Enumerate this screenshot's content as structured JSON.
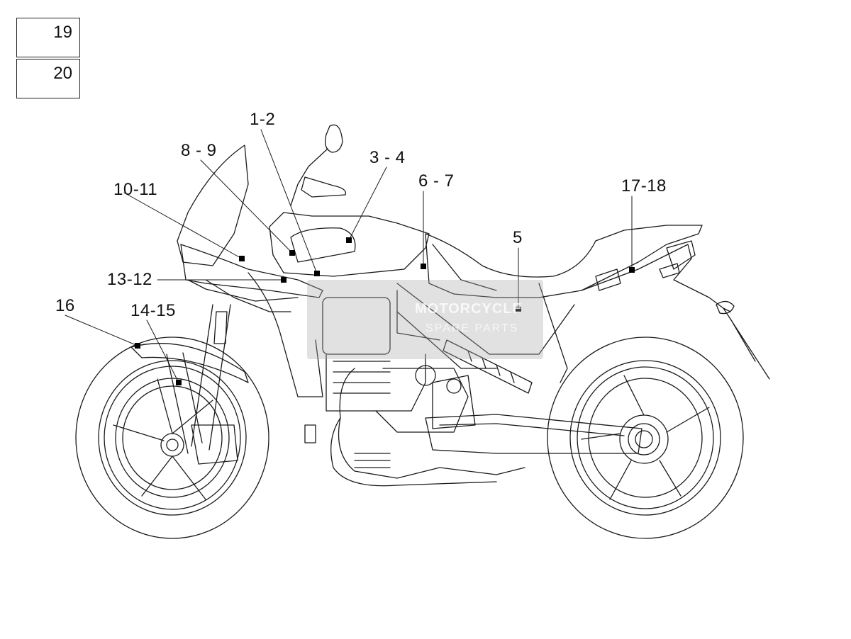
{
  "legend": {
    "items": [
      "19",
      "20"
    ]
  },
  "callouts": [
    {
      "id": "c-1-2",
      "label": "1-2"
    },
    {
      "id": "c-8-9",
      "label": "8 - 9"
    },
    {
      "id": "c-3-4",
      "label": "3 - 4"
    },
    {
      "id": "c-6-7",
      "label": "6 - 7"
    },
    {
      "id": "c-10-11",
      "label": "10-11"
    },
    {
      "id": "c-17-18",
      "label": "17-18"
    },
    {
      "id": "c-5",
      "label": "5"
    },
    {
      "id": "c-13-12",
      "label": "13-12"
    },
    {
      "id": "c-16",
      "label": "16"
    },
    {
      "id": "c-14-15",
      "label": "14-15"
    }
  ],
  "watermark": {
    "title": "MOTORCYCLE",
    "subtitle": "SPARE PARTS"
  },
  "colors": {
    "line": "#1a1a1a",
    "marker": "#000000",
    "watermark_accent": "#e8703a"
  }
}
